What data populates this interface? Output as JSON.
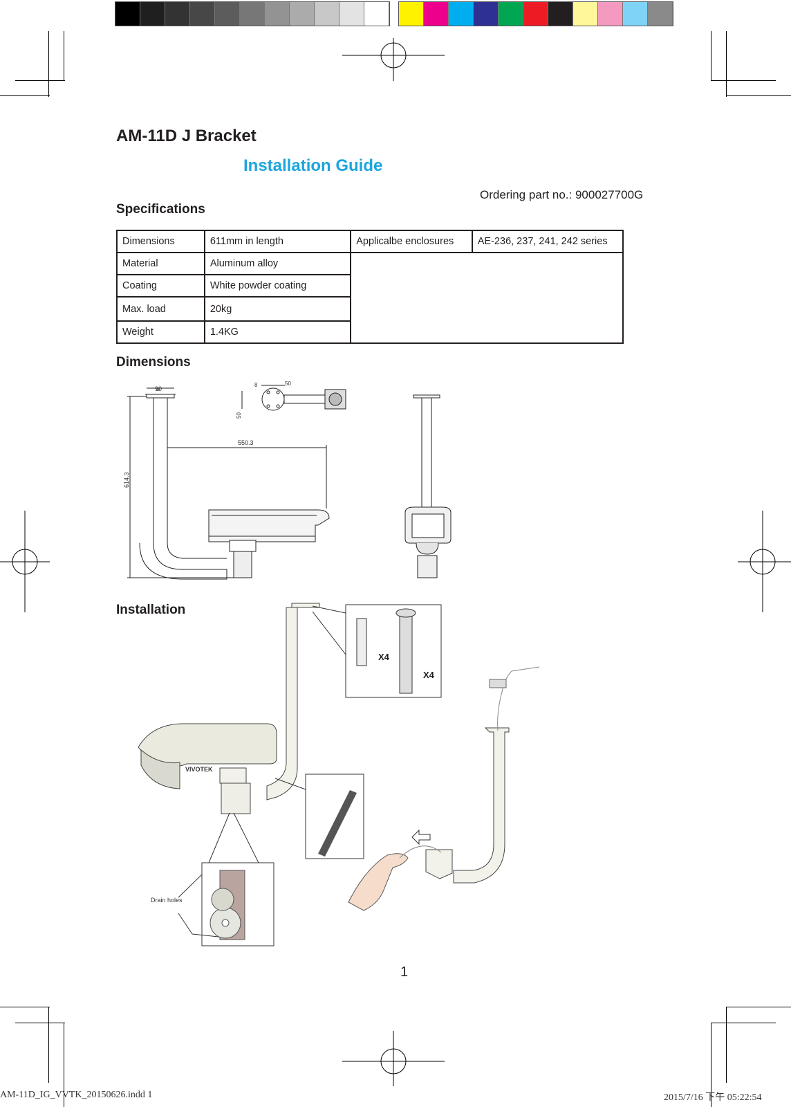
{
  "title": "AM-11D J Bracket",
  "subtitle": "Installation Guide",
  "ordering": "Ordering part no.: 900027700G",
  "sections": {
    "specifications": "Specifications",
    "dimensions": "Dimensions",
    "installation": "Installation"
  },
  "spec_table": {
    "rows": [
      {
        "label": "Dimensions",
        "value": "611mm in length"
      },
      {
        "label": "Material",
        "value": "Aluminum alloy"
      },
      {
        "label": "Coating",
        "value": "White powder coating"
      },
      {
        "label": "Max. load",
        "value": "20kg"
      },
      {
        "label": "Weight",
        "value": "1.4KG"
      }
    ],
    "enclosures_label": "Applicalbe enclosures",
    "enclosures_value": "AE-236, 237, 241, 242 series"
  },
  "drawing_labels": {
    "diameter": "90",
    "hole": "8",
    "width": "50",
    "height": "50",
    "reach": "550.3",
    "length": "614.3"
  },
  "install_labels": {
    "anchors_qty": "X4",
    "screws_qty": "X4",
    "brand": "VIVOTEK",
    "drain": "Drain holes"
  },
  "page_number": "1",
  "slug_left": "AM-11D_IG_VVTK_20150626.indd   1",
  "slug_right": "2015/7/16   下午 05:22:54",
  "colors": {
    "accent": "#1ba6dd",
    "gray_ramp": [
      "#000000",
      "#1f1f1f",
      "#333333",
      "#474747",
      "#5c5c5c",
      "#777777",
      "#939393",
      "#ababab",
      "#c8c8c8",
      "#e3e3e3",
      "#ffffff"
    ],
    "process": [
      "#fff200",
      "#ec008c",
      "#00aeef",
      "#2e3192",
      "#00a651",
      "#ed1c24",
      "#231f20",
      "#fff799",
      "#f49ac1",
      "#7fd3f7",
      "#8a8a8a"
    ]
  }
}
